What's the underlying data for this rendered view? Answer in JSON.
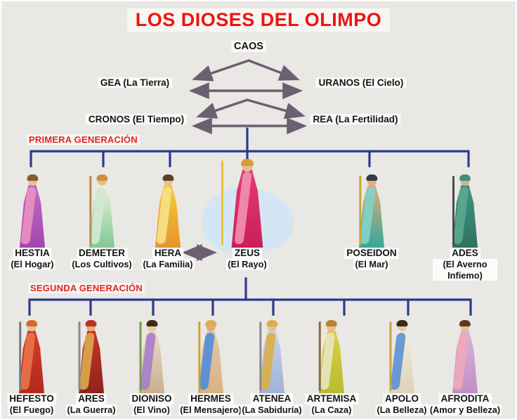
{
  "title": "LOS DIOSES DEL OLIMPO",
  "colors": {
    "background": "#e9e8e4",
    "title_red": "#ee1410",
    "generation_red": "#e62420",
    "tree_line": "#2b3a8c",
    "arrow": "#6b5f70",
    "label_text": "#141414",
    "label_bg": "#ffffff"
  },
  "ancestors": {
    "caos": "CAOS",
    "gea": "GEA (La Tierra)",
    "uranos": "URANOS (El Cielo)",
    "cronos": "CRONOS (El Tiempo)",
    "rea": "REA (La Fertilidad)"
  },
  "generation1": {
    "label": "PRIMERA GENERACIÓN",
    "gods": [
      {
        "name": "HESTIA",
        "domain": "(El Hogar)",
        "figure": {
          "skin": "#e9bd93",
          "hair": "#8a5a30",
          "robe1": "#c06ac6",
          "robe2": "#a346ae",
          "drape": "#e98fc0"
        }
      },
      {
        "name": "DEMETER",
        "domain": "(Los Cultivos)",
        "figure": {
          "skin": "#e9bd93",
          "hair": "#c6913f",
          "robe1": "#eef2e4",
          "robe2": "#7fc890",
          "drape": "#cfe8d2",
          "prop": "#b98a4a"
        }
      },
      {
        "name": "HERA",
        "domain": "(La Familia)",
        "figure": {
          "skin": "#e9bd93",
          "hair": "#5a4026",
          "robe1": "#f2cd3e",
          "robe2": "#e6952b",
          "drape": "#f6e08a"
        }
      },
      {
        "name": "ZEUS",
        "domain": "(El Rayo)",
        "figure": {
          "skin": "#e9bd93",
          "hair": "#d89b35",
          "robe1": "#e83a72",
          "robe2": "#c81f5a",
          "drape": "#f08fb0",
          "prop": "#e8c23a",
          "cloud": "#d3e6f4"
        }
      },
      {
        "name": "POSEIDON",
        "domain": "(El Mar)",
        "figure": {
          "skin": "#e2ab7d",
          "hair": "#3a3a46",
          "robe1": "#e2ab7d",
          "robe2": "#35a898",
          "drape": "#7fd4c6",
          "prop": "#caa43a"
        }
      },
      {
        "name": "ADES",
        "domain": "(El Averno Infiemo)",
        "figure": {
          "skin": "#d8b08a",
          "hair": "#3f8f7a",
          "robe1": "#3f9480",
          "robe2": "#2f7261",
          "drape": "#5aa88e",
          "prop": "#4a4a52"
        }
      }
    ]
  },
  "generation2": {
    "label": "SEGUNDA GENERACIÓN",
    "gods": [
      {
        "name": "HEFESTO",
        "domain": "(El Fuego)",
        "figure": {
          "skin": "#e9bd93",
          "hair": "#d06a28",
          "robe1": "#d43a2a",
          "robe2": "#b52a1e",
          "drape": "#e8734a",
          "prop": "#777777"
        }
      },
      {
        "name": "ARES",
        "domain": "(La Guerra)",
        "figure": {
          "skin": "#e2ab7d",
          "hair": "#c03020",
          "robe1": "#c8352a",
          "robe2": "#8f241c",
          "drape": "#d9a84a",
          "prop": "#8a8a92"
        }
      },
      {
        "name": "DIONISO",
        "domain": "(El Vino)",
        "figure": {
          "skin": "#e9c9a4",
          "hair": "#3a2a1a",
          "robe1": "#ead9c4",
          "robe2": "#c9b090",
          "drape": "#a97fc9",
          "prop": "#7a9a4a"
        }
      },
      {
        "name": "HERMES",
        "domain": "(El Mensajero)",
        "figure": {
          "skin": "#e2ab7d",
          "hair": "#d8b050",
          "robe1": "#e7c7a4",
          "robe2": "#d9b184",
          "drape": "#4f8fd9",
          "prop": "#caa43a"
        }
      },
      {
        "name": "ATENEA",
        "domain": "(La Sabiduría)",
        "figure": {
          "skin": "#e9bd93",
          "hair": "#d8b050",
          "robe1": "#c8d4e8",
          "robe2": "#9fb2d8",
          "drape": "#d9b04a",
          "prop": "#8a8a92"
        }
      },
      {
        "name": "ARTEMISA",
        "domain": "(La Caza)",
        "figure": {
          "skin": "#e9bd93",
          "hair": "#b8862f",
          "robe1": "#d8d040",
          "robe2": "#b8bc30",
          "drape": "#e8e4c0",
          "prop": "#8a6a3a"
        }
      },
      {
        "name": "APOLO",
        "domain": "(La Belleza)",
        "figure": {
          "skin": "#e9c9a4",
          "hair": "#3a2a1a",
          "robe1": "#f2ecdc",
          "robe2": "#ded2b8",
          "drape": "#5f93d6",
          "prop": "#caa43a"
        }
      },
      {
        "name": "AFRODITA",
        "domain": "(Amor y Belleza)",
        "figure": {
          "skin": "#e9bd93",
          "hair": "#5a3a24",
          "robe1": "#dcb2d8",
          "robe2": "#bf8fc4",
          "drape": "#f0a8b8"
        }
      }
    ]
  }
}
